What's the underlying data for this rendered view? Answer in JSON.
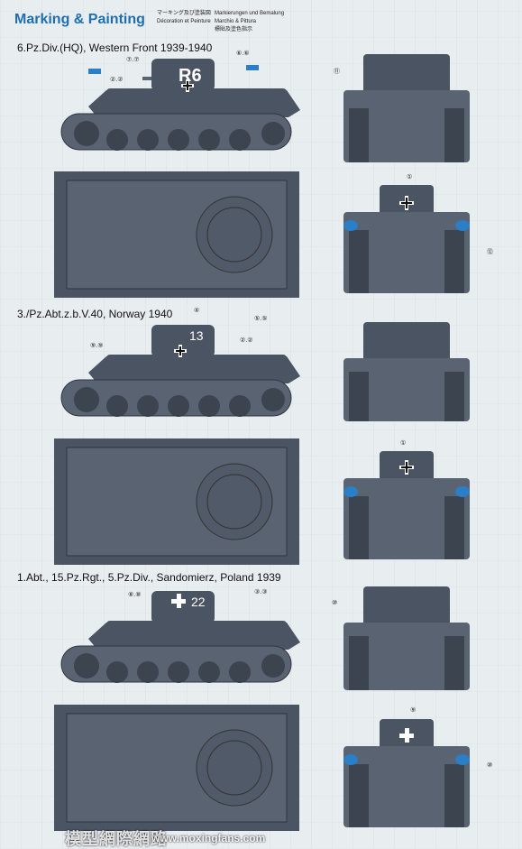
{
  "header": {
    "title": "Marking & Painting",
    "jp": "マーキング及び塗装図",
    "fr": "Décoration et Peinture",
    "de": "Markierungen und Bemalung",
    "it": "Marchio & Pittura",
    "cn": "標貼及塗色指示"
  },
  "sections": [
    {
      "label": "6.Pz.Div.(HQ), Western Front 1939-1940",
      "turret_marking": "R6"
    },
    {
      "label": "3./Pz.Abt.z.b.V.40, Norway 1940",
      "turret_marking": "13"
    },
    {
      "label": "1.Abt., 15.Pz.Rgt., 5.Pz.Div., Sandomierz, Poland 1939",
      "turret_marking": "22"
    }
  ],
  "callouts": {
    "c77": "⑦.⑦",
    "c22": "②.②",
    "c66": "⑥.⑥",
    "c11": "⑪",
    "c1": "①",
    "c12": "⑫",
    "c4": "④",
    "c55": "⑤.⑤",
    "c99": "⑨.⑨",
    "c88": "⑧.⑧",
    "c33": "③.③",
    "c10": "⑩",
    "c9": "⑨"
  },
  "watermark": {
    "cn": "模型網際網路",
    "url": "www.moxingfans.com"
  }
}
